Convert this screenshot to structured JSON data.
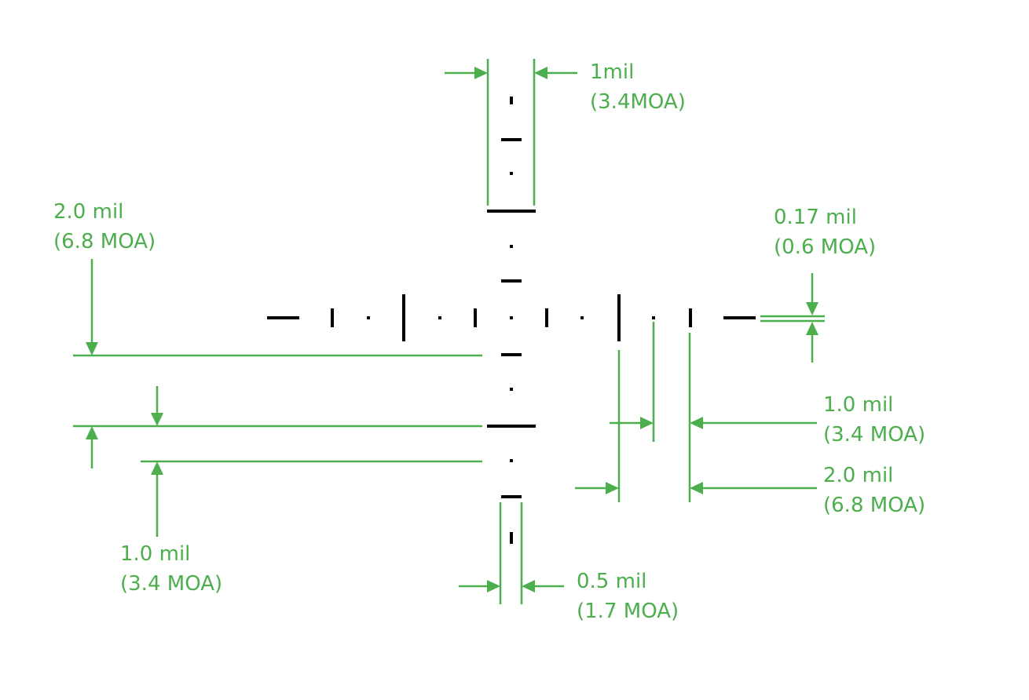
{
  "colors": {
    "annotation": "#4cae4c",
    "reticle": "#000000",
    "background": "#ffffff"
  },
  "annotations": {
    "top_width": {
      "line1": "1mil",
      "line2": "(3.4MOA)"
    },
    "thick_bar_offset": {
      "line1": "2.0 mil",
      "line2": "(6.8 MOA)"
    },
    "line_thickness": {
      "line1": "0.17 mil",
      "line2": "(0.6 MOA)"
    },
    "hash_spacing_h": {
      "line1": "1.0 mil",
      "line2": "(3.4 MOA)"
    },
    "bar_spacing_h": {
      "line1": "2.0 mil",
      "line2": "(6.8 MOA)"
    },
    "hash_spacing_v": {
      "line1": "1.0 mil",
      "line2": "(3.4 MOA)"
    },
    "bottom_width": {
      "line1": "0.5 mil",
      "line2": "(1.7 MOA)"
    }
  }
}
